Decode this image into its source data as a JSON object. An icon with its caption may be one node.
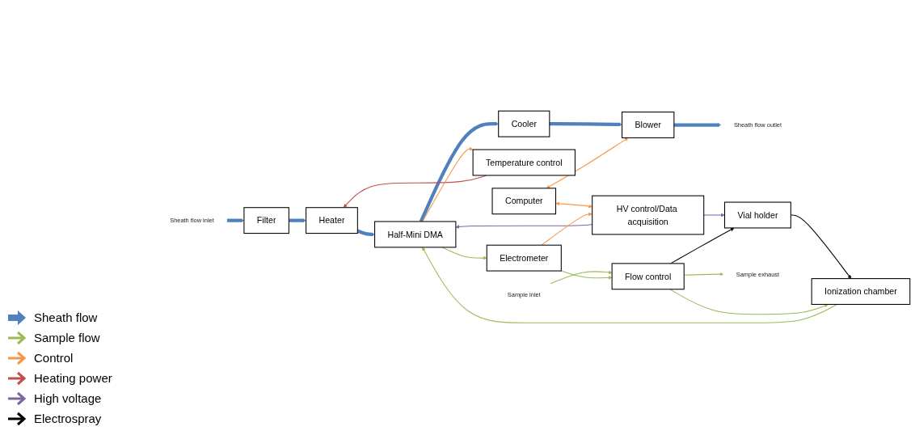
{
  "diagram": {
    "nodes": [
      {
        "text": [
          "Computer"
        ]
      },
      {
        "text": [
          "HV control/Data acquisition"
        ]
      },
      {
        "text": [
          "Vial holder"
        ]
      },
      {
        "text": [
          "Ionization chamber"
        ]
      },
      {
        "text": [
          "Flow control"
        ]
      },
      {
        "text": [
          "Sample inlet"
        ]
      },
      {
        "text": [
          "Sample exhaust"
        ]
      },
      {
        "text": [
          "Sheath flow inlet"
        ]
      },
      {
        "text": [
          "Filter"
        ]
      },
      {
        "text": [
          "Heater"
        ]
      },
      {
        "text": [
          "Half-Mini DMA"
        ]
      },
      {
        "text": [
          "Electrometer"
        ]
      },
      {
        "text": [
          "Temperature control"
        ]
      },
      {
        "text": [
          "Cooler"
        ]
      },
      {
        "text": [
          "Blower"
        ]
      },
      {
        "text": [
          "Sheath flow outlet"
        ]
      }
    ],
    "edges": [
      {
        "from": 7,
        "to": 8,
        "arrow": "to",
        "style": "thick",
        "color": "#4f81bd"
      },
      {
        "from": 8,
        "to": 9,
        "arrow": "to",
        "style": "thick",
        "color": "#4f81bd"
      },
      {
        "from": 9,
        "to": 10,
        "arrow": "to",
        "style": "thick",
        "color": "#4f81bd"
      },
      {
        "from": 10,
        "to": 13,
        "arrow": "to",
        "style": "thick",
        "color": "#4f81bd"
      },
      {
        "from": 13,
        "to": 14,
        "arrow": "to",
        "style": "thick",
        "color": "#4f81bd"
      },
      {
        "from": 14,
        "to": 15,
        "arrow": "to",
        "style": "thick",
        "color": "#4f81bd"
      },
      {
        "from": 0,
        "to": 1,
        "arrow": "both",
        "color": "#f79646"
      },
      {
        "from": 1,
        "to": 2,
        "arrow": "to",
        "color": "#8064a2"
      },
      {
        "from": 1,
        "to": 10,
        "arrow": "to",
        "color": "#8064a2"
      },
      {
        "from": 2,
        "to": 3,
        "arrow": "to",
        "color": "#000000"
      },
      {
        "from": 4,
        "to": 2,
        "arrow": "to",
        "color": "#000000"
      },
      {
        "from": 4,
        "to": 3,
        "arrow": "to",
        "color": "#9bbb59"
      },
      {
        "from": 3,
        "to": 10,
        "arrow": "to",
        "color": "#9bbb59"
      },
      {
        "from": 5,
        "to": 4,
        "arrow": "to",
        "color": "#9bbb59"
      },
      {
        "from": 4,
        "to": 6,
        "arrow": "to",
        "color": "#9bbb59"
      },
      {
        "from": 11,
        "to": 4,
        "arrow": "to",
        "color": "#9bbb59"
      },
      {
        "from": 10,
        "to": 11,
        "arrow": "to",
        "color": "#9bbb59"
      },
      {
        "from": 11,
        "to": 1,
        "arrow": "to",
        "color": "#f79646"
      },
      {
        "from": 12,
        "to": 9,
        "arrow": "to",
        "color": "#c0504d"
      },
      {
        "from": 10,
        "to": 12,
        "arrow": "to",
        "color": "#f79646"
      },
      {
        "from": 0,
        "to": 14,
        "arrow": "both",
        "color": "#f79646"
      }
    ],
    "legend": [
      {
        "text": "Sheath flow"
      },
      {
        "text": "Sample flow"
      },
      {
        "text": "Control"
      },
      {
        "text": "Heating power"
      },
      {
        "text": "High voltage"
      },
      {
        "text": "Electrospray"
      }
    ]
  }
}
